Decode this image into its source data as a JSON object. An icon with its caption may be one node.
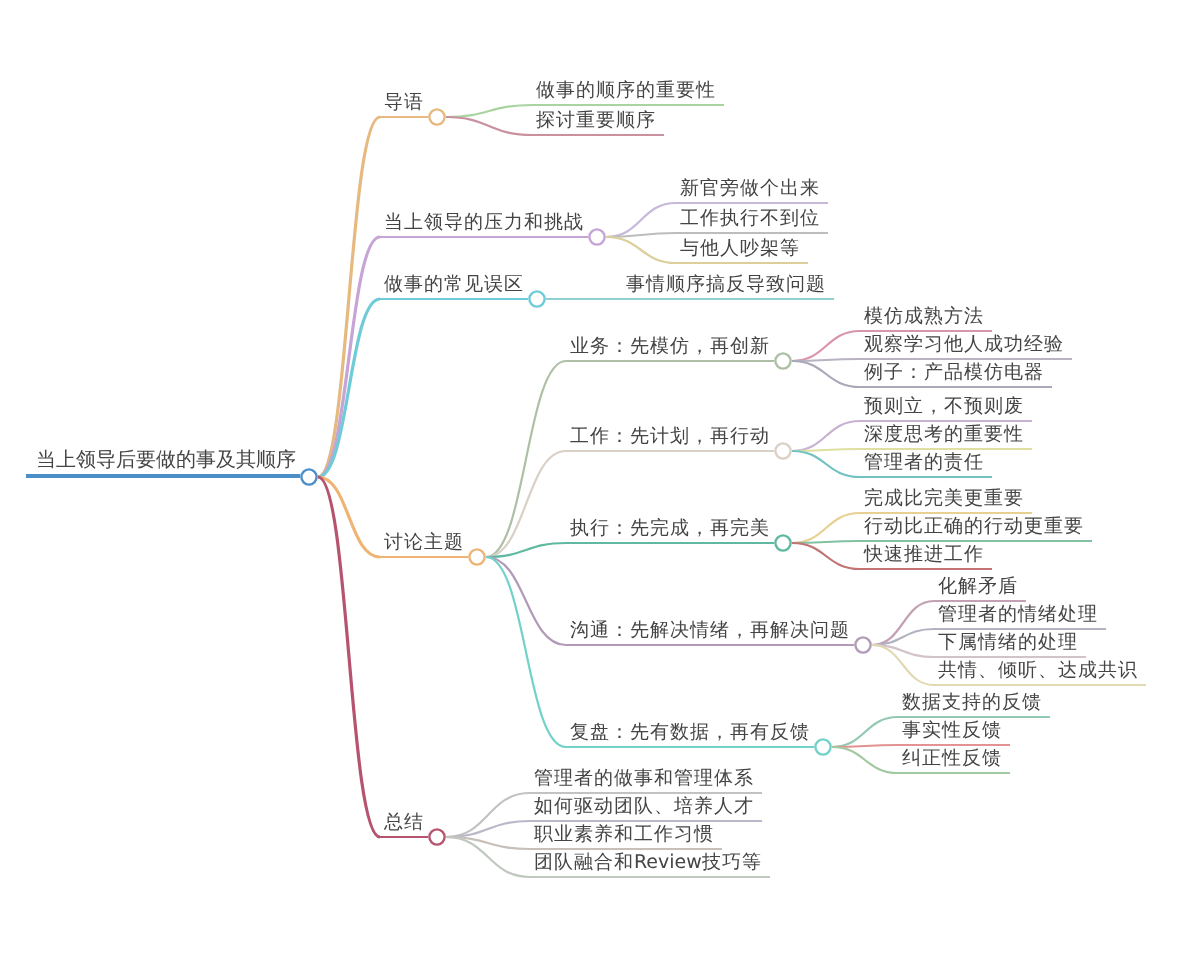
{
  "diagram": {
    "nodes": [
      {
        "text": [
          "当上领导后要做的事及其顺序"
        ]
      },
      {
        "text": [
          "导语"
        ]
      },
      {
        "text": [
          "做事的顺序的重要性"
        ]
      },
      {
        "text": [
          "探讨重要顺序"
        ]
      },
      {
        "text": [
          "当上领导的压力和挑战"
        ]
      },
      {
        "text": [
          "新官旁做个出来"
        ]
      },
      {
        "text": [
          "工作执行不到位"
        ]
      },
      {
        "text": [
          "与他人吵架等"
        ]
      },
      {
        "text": [
          "做事的常见误区"
        ]
      },
      {
        "text": [
          "事情顺序搞反导致问题"
        ]
      },
      {
        "text": [
          "讨论主题"
        ]
      },
      {
        "text": [
          "业务：先模仿，再创新"
        ]
      },
      {
        "text": [
          "模仿成熟方法"
        ]
      },
      {
        "text": [
          "观察学习他人成功经验"
        ]
      },
      {
        "text": [
          "例子：产品模仿电器"
        ]
      },
      {
        "text": [
          "工作：先计划，再行动"
        ]
      },
      {
        "text": [
          "预则立，不预则废"
        ]
      },
      {
        "text": [
          "深度思考的重要性"
        ]
      },
      {
        "text": [
          "管理者的责任"
        ]
      },
      {
        "text": [
          "执行：先完成，再完美"
        ]
      },
      {
        "text": [
          "完成比完美更重要"
        ]
      },
      {
        "text": [
          "行动比正确的行动更重要"
        ]
      },
      {
        "text": [
          "快速推进工作"
        ]
      },
      {
        "text": [
          "沟通：先解决情绪，再解决问题"
        ]
      },
      {
        "text": [
          "化解矛盾"
        ]
      },
      {
        "text": [
          "管理者的情绪处理"
        ]
      },
      {
        "text": [
          "下属情绪的处理"
        ]
      },
      {
        "text": [
          "共情、倾听、达成共识"
        ]
      },
      {
        "text": [
          "复盘：先有数据，再有反馈"
        ]
      },
      {
        "text": [
          "数据支持的反馈"
        ]
      },
      {
        "text": [
          "事实性反馈"
        ]
      },
      {
        "text": [
          "纠正性反馈"
        ]
      },
      {
        "text": [
          "总结"
        ]
      },
      {
        "text": [
          "管理者的做事和管理体系"
        ]
      },
      {
        "text": [
          "如何驱动团队、培养人才"
        ]
      },
      {
        "text": [
          "职业素养和工作习惯"
        ]
      },
      {
        "text": [
          "团队融合和Review技巧等"
        ]
      }
    ],
    "edges": [
      {
        "from": 0,
        "to": 1,
        "arrow": "none",
        "color": "#e6b980"
      },
      {
        "from": 1,
        "to": 2,
        "arrow": "none",
        "color": "#a9d4a0"
      },
      {
        "from": 1,
        "to": 3,
        "arrow": "none",
        "color": "#c9909e"
      },
      {
        "from": 0,
        "to": 4,
        "arrow": "none",
        "color": "#c6a4d6"
      },
      {
        "from": 4,
        "to": 5,
        "arrow": "none",
        "color": "#c7b9da"
      },
      {
        "from": 4,
        "to": 6,
        "arrow": "none",
        "color": "#bdbdbd"
      },
      {
        "from": 4,
        "to": 7,
        "arrow": "none",
        "color": "#dccf9c"
      },
      {
        "from": 0,
        "to": 8,
        "arrow": "none",
        "color": "#6fcbd8"
      },
      {
        "from": 8,
        "to": 9,
        "arrow": "none",
        "color": "#8fd1d1"
      },
      {
        "from": 0,
        "to": 10,
        "arrow": "none",
        "color": "#efb474"
      },
      {
        "from": 10,
        "to": 11,
        "arrow": "none",
        "color": "#adc0a6"
      },
      {
        "from": 11,
        "to": 12,
        "arrow": "none",
        "color": "#d995ab"
      },
      {
        "from": 11,
        "to": 13,
        "arrow": "none",
        "color": "#b9b2c2"
      },
      {
        "from": 11,
        "to": 14,
        "arrow": "none",
        "color": "#a9a9b9"
      },
      {
        "from": 10,
        "to": 15,
        "arrow": "none",
        "color": "#d9d0c6"
      },
      {
        "from": 15,
        "to": 16,
        "arrow": "none",
        "color": "#c8b2d2"
      },
      {
        "from": 15,
        "to": 17,
        "arrow": "none",
        "color": "#dfdf9f"
      },
      {
        "from": 15,
        "to": 18,
        "arrow": "none",
        "color": "#72c2c2"
      },
      {
        "from": 10,
        "to": 19,
        "arrow": "none",
        "color": "#5fb9a1"
      },
      {
        "from": 19,
        "to": 20,
        "arrow": "none",
        "color": "#e7d192"
      },
      {
        "from": 19,
        "to": 21,
        "arrow": "none",
        "color": "#82c1a2"
      },
      {
        "from": 19,
        "to": 22,
        "arrow": "none",
        "color": "#c27474"
      },
      {
        "from": 10,
        "to": 23,
        "arrow": "none",
        "color": "#b19bb9"
      },
      {
        "from": 23,
        "to": 24,
        "arrow": "none",
        "color": "#c2a1b2"
      },
      {
        "from": 23,
        "to": 25,
        "arrow": "none",
        "color": "#b2b2c2"
      },
      {
        "from": 23,
        "to": 26,
        "arrow": "none",
        "color": "#d2c2ca"
      },
      {
        "from": 23,
        "to": 27,
        "arrow": "none",
        "color": "#e1d9b2"
      },
      {
        "from": 10,
        "to": 28,
        "arrow": "none",
        "color": "#72d1c9"
      },
      {
        "from": 28,
        "to": 29,
        "arrow": "none",
        "color": "#92c9b2"
      },
      {
        "from": 28,
        "to": 30,
        "arrow": "none",
        "color": "#e29292"
      },
      {
        "from": 28,
        "to": 31,
        "arrow": "none",
        "color": "#a2c9a2"
      },
      {
        "from": 0,
        "to": 32,
        "arrow": "none",
        "color": "#b65470"
      },
      {
        "from": 32,
        "to": 33,
        "arrow": "none",
        "color": "#c2c2c2"
      },
      {
        "from": 32,
        "to": 34,
        "arrow": "none",
        "color": "#b8b8c8"
      },
      {
        "from": 32,
        "to": 35,
        "arrow": "none",
        "color": "#c8c0b8"
      },
      {
        "from": 32,
        "to": 36,
        "arrow": "none",
        "color": "#c0c8c0"
      }
    ]
  }
}
